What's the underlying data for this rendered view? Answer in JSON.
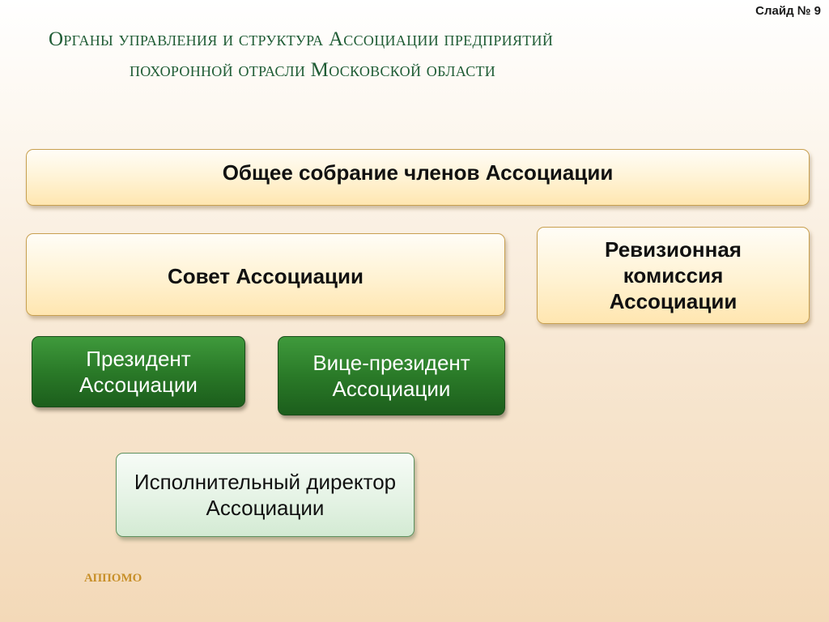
{
  "slide_number": "Слайд № 9",
  "title": {
    "line1": "Органы управления и структура Ассоциации предприятий",
    "line2": "похоронной отрасли Московской области"
  },
  "boxes": {
    "general_assembly": "Общее собрание членов Ассоциации",
    "council": "Совет Ассоциации",
    "audit_commission": "Ревизионная комиссия Ассоциации",
    "president": "Президент Ассоциации",
    "vice_president": "Вице-президент Ассоциации",
    "executive_director": "Исполнительный директор Ассоциации"
  },
  "footer": "АППОМО",
  "colors": {
    "title": "#1f5c35",
    "cream_box": "#fff2d2",
    "green_box": "#2a7a28",
    "mint_box": "#e3f2e3",
    "footer": "#c8902a"
  }
}
